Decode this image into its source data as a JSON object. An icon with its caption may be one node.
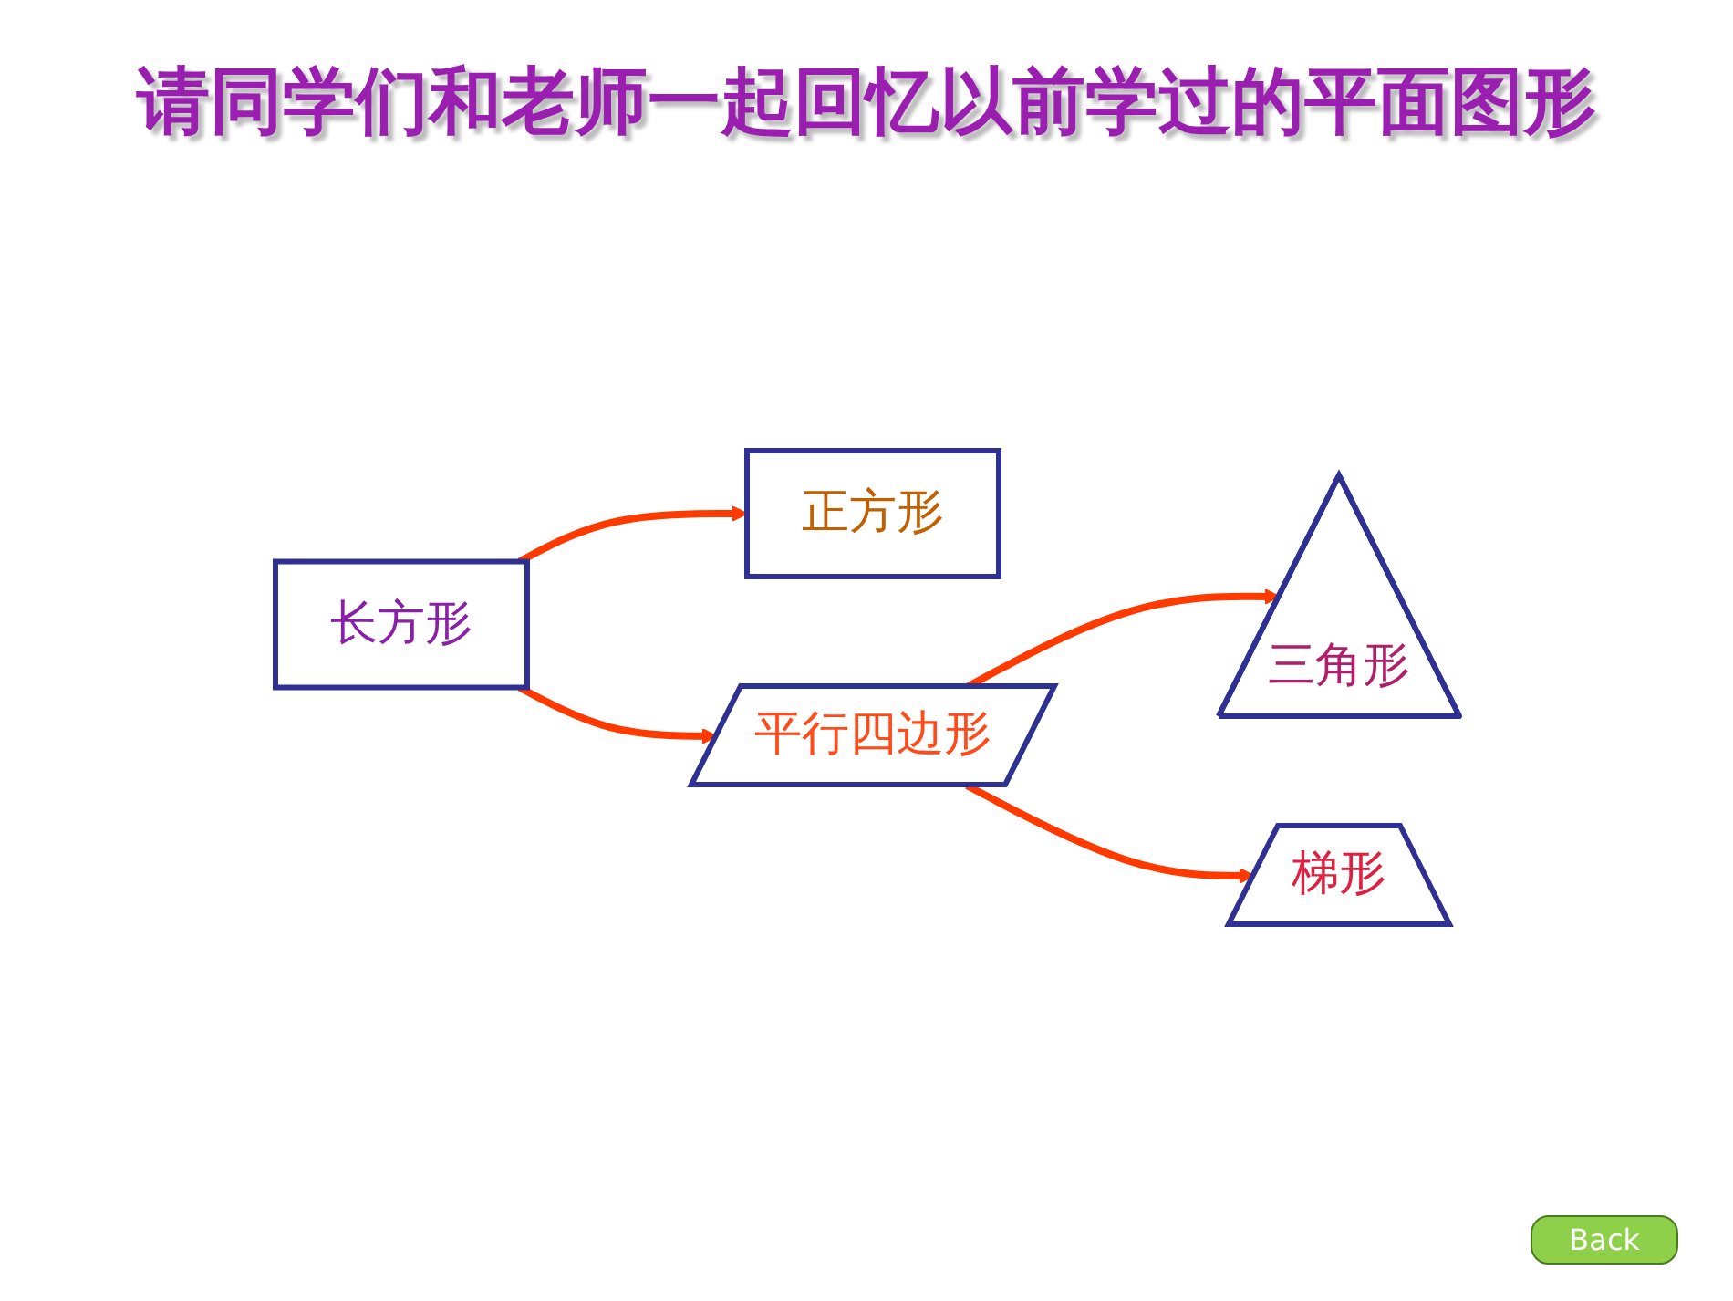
{
  "diagram": {
    "title": "请同学们和老师一起回忆以前学过的平面图形",
    "nodes": [
      {
        "text": [
          "长方形"
        ]
      },
      {
        "text": [
          "正方形"
        ]
      },
      {
        "text": [
          "三角形"
        ]
      },
      {
        "text": [
          "平行四边形"
        ]
      },
      {
        "text": [
          "梯形"
        ]
      }
    ],
    "edges": [
      {
        "from": 0,
        "to": 1,
        "arrow": "to"
      },
      {
        "from": 0,
        "to": 3,
        "arrow": "to"
      },
      {
        "from": 3,
        "to": 2,
        "arrow": "to"
      },
      {
        "from": 3,
        "to": 4,
        "arrow": "to"
      }
    ],
    "labels": [
      "Back"
    ]
  }
}
